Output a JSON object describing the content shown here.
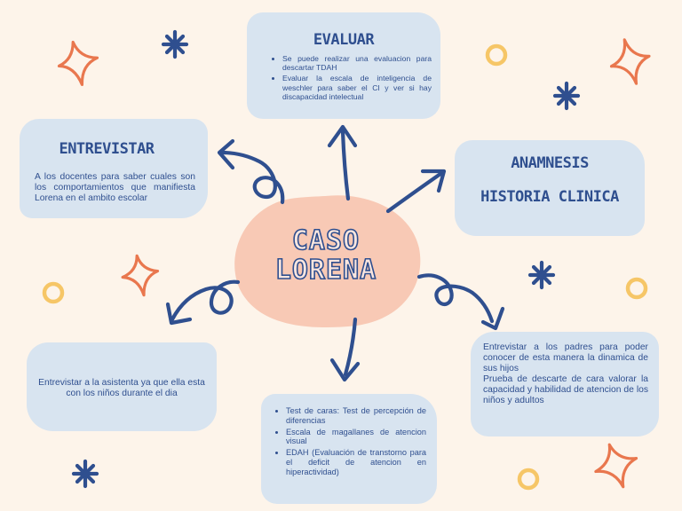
{
  "center": {
    "title_line1": "CASO",
    "title_line2": "LORENA"
  },
  "evaluar": {
    "title": "EVALUAR",
    "items": [
      "Se puede realizar una evaluacion para descartar TDAH",
      "Evaluar la escala de inteligencia de weschler para saber el CI y ver si hay discapacidad intelectual"
    ]
  },
  "entrevistar": {
    "title": "ENTREVISTAR",
    "text": "A los docentes para saber cuales son los comportamientos que manifiesta Lorena en el ambito escolar"
  },
  "anamnesis": {
    "title": "ANAMNESIS",
    "subtitle": "HISTORIA CLINICA"
  },
  "asistenta": {
    "text": "Entrevistar a la asistenta ya que ella esta con los niños durante el dia"
  },
  "tests": {
    "items": [
      "Test de caras: Test de percepción de diferencias",
      "Escala de magallanes de atencion visual",
      "EDAH (Evaluación de transtorno para el deficit de atencion en hiperactividad)"
    ]
  },
  "padres": {
    "lines": [
      "Entrevistar a los padres para poder conocer de esta manera la dinamica de sus hijos",
      "Prueba de descarte de cara valorar la capacidad y habilidad de atencion de los niños y adultos"
    ]
  },
  "colors": {
    "background": "#fdf4ea",
    "box": "#d8e4f0",
    "text": "#2f4f8f",
    "center_blob": "#f8c9b5",
    "sparkle_orange": "#e9774e",
    "ring_yellow": "#f6c667",
    "asterisk_blue": "#2f4f8f"
  },
  "decorations": [
    "sparkle-icon",
    "asterisk-icon",
    "ring-icon"
  ]
}
